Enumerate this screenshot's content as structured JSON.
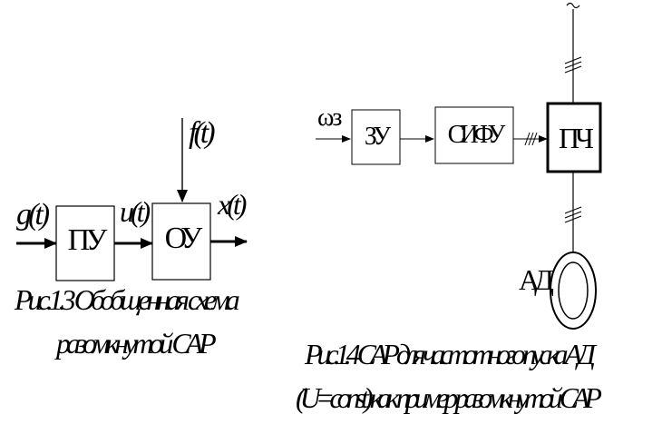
{
  "left_diagram": {
    "input_signal": "g(t)",
    "control_signal": "u(t)",
    "output_signal": "x(t)",
    "disturbance": "f(t)",
    "block_controller": "ПУ",
    "block_object": "ОУ",
    "caption_line1": "Рис.1.3 Обобщенная схема",
    "caption_line2": "разомкнутой САР"
  },
  "right_diagram": {
    "input_signal": "ωз",
    "block_setter": "ЗУ",
    "block_cifu": "СИФУ",
    "block_converter": "ПЧ",
    "motor_label": "АД",
    "supply_symbol": "~",
    "caption_line1": "Рис.1.4 САР для частотного пуска АД",
    "caption_line2": "(U=const) как пример разомкнутой САР"
  },
  "colors": {
    "stroke": "#000000",
    "fill": "#ffffff"
  }
}
